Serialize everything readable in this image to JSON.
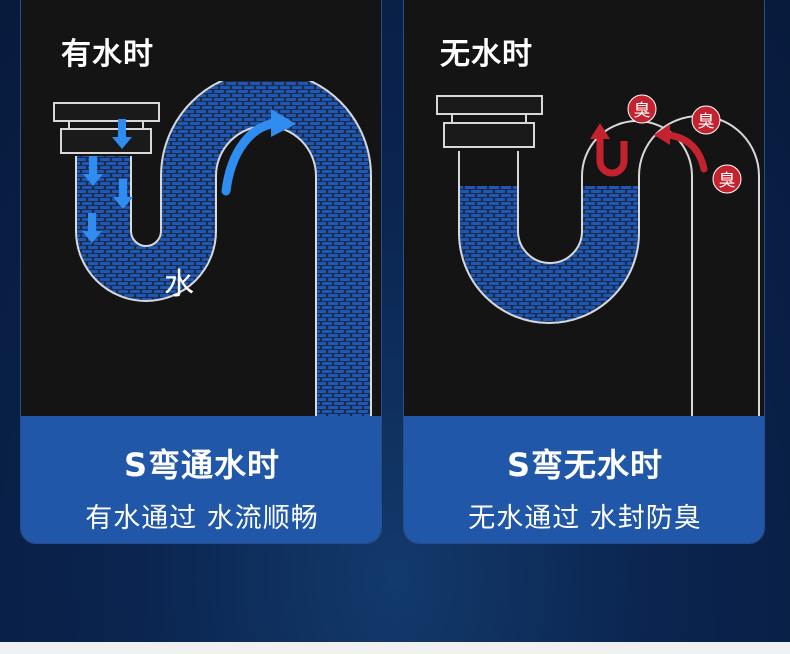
{
  "panels": {
    "with_water": {
      "title": "有水时",
      "heading": "S弯通水时",
      "subtitle": "有水通过 水流顺畅",
      "water_label": "水"
    },
    "without_water": {
      "title": "无水时",
      "heading": "S弯无水时",
      "subtitle": "无水通过 水封防臭",
      "odor_labels": [
        "臭",
        "臭",
        "臭"
      ]
    }
  },
  "colors": {
    "background": "#0b2550",
    "card": "#141414",
    "caption_band": "#2157a8",
    "water": "#1f4fa3",
    "flow_arrow": "#2f8cf0",
    "odor_badge": "#c3222e",
    "pipe_outline": "#d8d8d8"
  },
  "icons": [
    "down-arrow-icon",
    "curved-arrow-icon",
    "odor-badge-icon",
    "u-turn-arrow-icon"
  ]
}
